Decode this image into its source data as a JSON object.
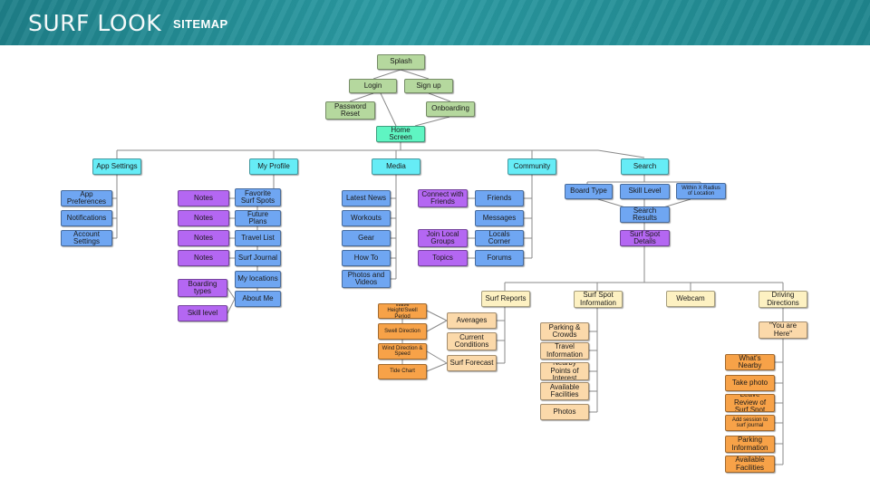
{
  "header": {
    "brand": "SURF LOOK",
    "title": "SITEMAP"
  },
  "colors": {
    "header_bg": "#2a9aa2",
    "green": "#b5d89e",
    "mint": "#5ff5c2",
    "cyan": "#66ecf6",
    "blue": "#6fa6f2",
    "purple": "#b467f2",
    "cream": "#fdf1c2",
    "peach": "#fbd9aa",
    "orange": "#f7a248",
    "connector": "#8a8a8a"
  },
  "sitemap": {
    "splash": "Splash",
    "login": "Login",
    "signup": "Sign up",
    "password_reset": "Password Reset",
    "onboarding": "Onboarding",
    "home": "Home Screen",
    "app_settings": {
      "label": "App Settings",
      "items": [
        "App Preferences",
        "Notifications",
        "Account Settings"
      ]
    },
    "my_profile": {
      "label": "My Profile",
      "items": [
        "Favorite Surf Spots",
        "Future Plans",
        "Travel List",
        "Surf Journal",
        "My locations",
        "About Me"
      ],
      "notes": [
        "Notes",
        "Notes",
        "Notes",
        "Notes"
      ],
      "extras": [
        "Boarding types",
        "Skill level"
      ]
    },
    "media": {
      "label": "Media",
      "items": [
        "Latest News",
        "Workouts",
        "Gear",
        "How To",
        "Photos and Videos"
      ]
    },
    "community": {
      "label": "Community",
      "items": [
        "Friends",
        "Messages",
        "Locals Corner",
        "Forums"
      ],
      "extras": [
        "Connect with Friends",
        "Join Local Groups",
        "Topics"
      ]
    },
    "search": {
      "label": "Search",
      "filters": [
        "Board Type",
        "Skill Level",
        "Within X Radius of Location"
      ],
      "results": "Search Results",
      "details": "Surf Spot Details"
    },
    "surf_reports": {
      "label": "Surf Reports",
      "items": [
        "Averages",
        "Current Conditions",
        "Surf Forecast"
      ],
      "details": [
        "Wave Height/Swell Period",
        "Swell Direction",
        "Wind Direction & Speed",
        "Tide Chart"
      ]
    },
    "spot_info": {
      "label": "Surf Spot Information",
      "items": [
        "Parking & Crowds",
        "Travel Information",
        "Nearby Points of Interest",
        "Available Facilities",
        "Photos"
      ]
    },
    "webcam": "Webcam",
    "driving": {
      "label": "Driving Directions",
      "here": "\"You are Here\"",
      "items": [
        "What's Nearby",
        "Take photo",
        "Leave Review of Surf Spot",
        "Add session to surf journal",
        "Parking Information",
        "Available Facilities"
      ]
    }
  }
}
